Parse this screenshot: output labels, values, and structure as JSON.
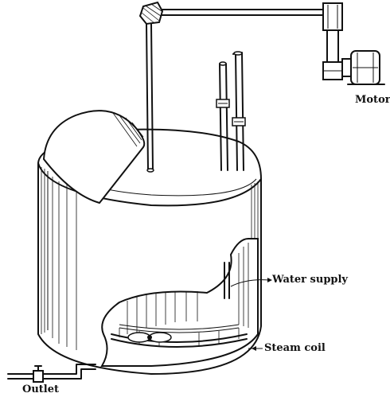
{
  "labels": {
    "motor": "Motor",
    "water_supply": "Water supply",
    "steam_coil": "Steam coil",
    "outlet": "Outlet"
  },
  "colors": {
    "ink": "#111111",
    "paper": "#ffffff"
  },
  "components": [
    "drive-shaft",
    "bevel-gear",
    "motor",
    "hinged-lid",
    "tank",
    "water-supply-pipe",
    "steam-pipe",
    "steam-coil",
    "agitator-propeller",
    "outlet-pipe",
    "outlet-valve"
  ]
}
